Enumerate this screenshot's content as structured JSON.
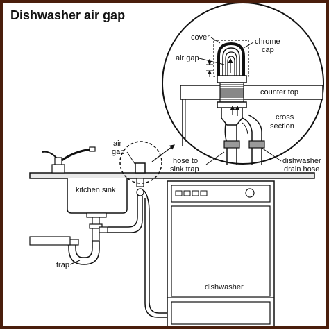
{
  "title": "Dishwasher air gap",
  "labels": {
    "cover": "cover",
    "chrome_cap_1": "chrome",
    "chrome_cap_2": "cap",
    "air_gap_detail": "air gap",
    "counter_top": "counter top",
    "cross_1": "cross",
    "cross_2": "section",
    "hose_trap_1": "hose to",
    "hose_trap_2": "sink trap",
    "dw_hose_1": "dishwasher",
    "dw_hose_2": "drain hose",
    "air_gap_main_1": "air",
    "air_gap_main_2": "gap",
    "kitchen_sink": "kitchen sink",
    "trap": "trap",
    "dishwasher": "dishwasher"
  },
  "colors": {
    "border": "#4a1e0c",
    "line": "#111111",
    "panel": "#e8e8e8",
    "fill_gray": "#9a9a9a"
  }
}
